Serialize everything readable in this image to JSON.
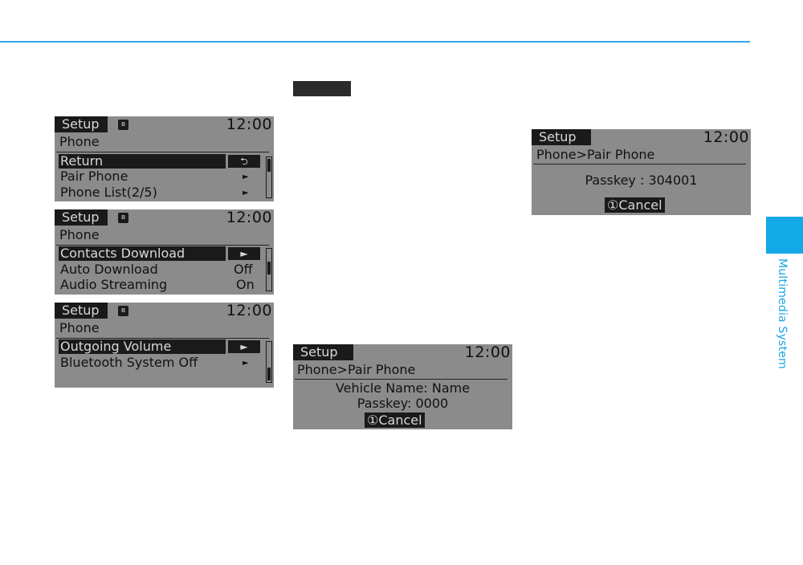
{
  "side_tab": {
    "label": "Multimedia System",
    "color": "#13a8e8"
  },
  "screen1": {
    "header": {
      "setup": "Setup",
      "bt_icon": "bluetooth-icon",
      "time": "12:00"
    },
    "title": "Phone",
    "rows": [
      {
        "label": "Return",
        "selected": true,
        "button": "return-icon"
      },
      {
        "label": "Pair Phone",
        "selected": false,
        "arrow": "►"
      },
      {
        "label": "Phone List(2/5)",
        "selected": false,
        "arrow": "►"
      }
    ]
  },
  "screen2": {
    "header": {
      "setup": "Setup",
      "bt_icon": "bluetooth-icon",
      "time": "12:00"
    },
    "title": "Phone",
    "rows": [
      {
        "label": "Contacts Download",
        "selected": true,
        "button": "►"
      },
      {
        "label": "Auto Download",
        "selected": false,
        "value": "Off"
      },
      {
        "label": "Audio Streaming",
        "selected": false,
        "value": "On"
      }
    ]
  },
  "screen3": {
    "header": {
      "setup": "Setup",
      "bt_icon": "bluetooth-icon",
      "time": "12:00"
    },
    "title": "Phone",
    "rows": [
      {
        "label": "Outgoing Volume",
        "selected": true,
        "button": "►"
      },
      {
        "label": "Bluetooth System Off",
        "selected": false,
        "arrow": "►"
      }
    ]
  },
  "screen4": {
    "header": {
      "setup": "Setup",
      "time": "12:00"
    },
    "title": "Phone>Pair Phone",
    "line1": "Vehicle Name: Name",
    "line2": "Passkey: 0000",
    "cancel": "①Cancel"
  },
  "screen5": {
    "header": {
      "setup": "Setup",
      "time": "12:00"
    },
    "title": "Phone>Pair Phone",
    "line1": "Passkey : 304001",
    "cancel": "①Cancel"
  }
}
